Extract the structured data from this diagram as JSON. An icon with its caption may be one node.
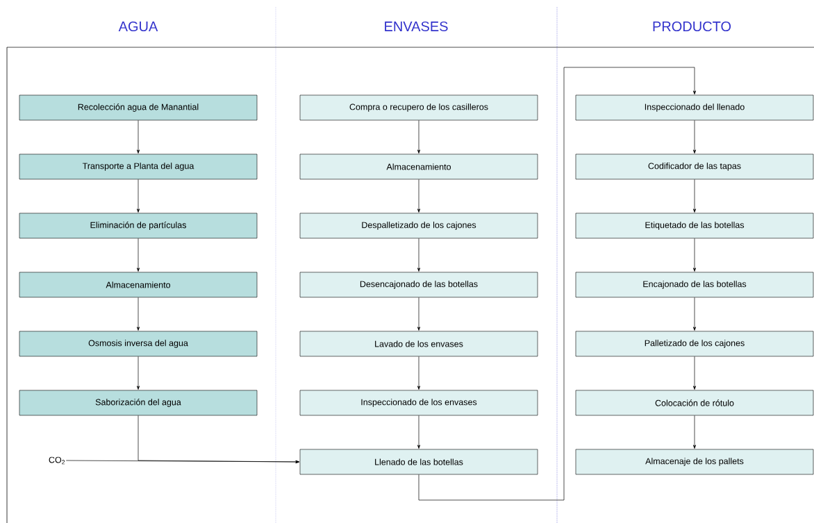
{
  "diagram": {
    "nodes": [
      {
        "text": [
          "Recolección agua de Manantial"
        ]
      },
      {
        "text": [
          "Transporte a Planta del agua"
        ]
      },
      {
        "text": [
          "Eliminación de partículas"
        ]
      },
      {
        "text": [
          "Almacenamiento"
        ]
      },
      {
        "text": [
          "Osmosis inversa del agua"
        ]
      },
      {
        "text": [
          "Saborización del agua"
        ]
      },
      {
        "text": [
          "Compra o recupero de los casilleros"
        ]
      },
      {
        "text": [
          "Almacenamiento"
        ]
      },
      {
        "text": [
          "Despalletizado de los cajones"
        ]
      },
      {
        "text": [
          "Desencajonado de las botellas"
        ]
      },
      {
        "text": [
          "Lavado de los envases"
        ]
      },
      {
        "text": [
          "Inspeccionado de los envases"
        ]
      },
      {
        "text": [
          "Llenado de las botellas"
        ]
      },
      {
        "text": [
          "Inspeccionado del llenado"
        ]
      },
      {
        "text": [
          "Codificador de las tapas"
        ]
      },
      {
        "text": [
          "Etiquetado de las botellas"
        ]
      },
      {
        "text": [
          "Encajonado de las botellas"
        ]
      },
      {
        "text": [
          "Palletizado de los cajones"
        ]
      },
      {
        "text": [
          "Colocación de rótulo"
        ]
      },
      {
        "text": [
          "Almacenaje de los pallets"
        ]
      },
      {
        "text": [
          "CO$_{2}$"
        ]
      }
    ],
    "edges": [
      {
        "from": 0,
        "to": 1,
        "arrow": "to"
      },
      {
        "from": 1,
        "to": 2,
        "arrow": "to"
      },
      {
        "from": 2,
        "to": 3,
        "arrow": "to"
      },
      {
        "from": 3,
        "to": 4,
        "arrow": "to"
      },
      {
        "from": 4,
        "to": 5,
        "arrow": "to"
      },
      {
        "from": 5,
        "to": 12,
        "arrow": "to"
      },
      {
        "from": 20,
        "to": 12,
        "arrow": "to"
      },
      {
        "from": 6,
        "to": 7,
        "arrow": "to"
      },
      {
        "from": 7,
        "to": 8,
        "arrow": "to"
      },
      {
        "from": 8,
        "to": 9,
        "arrow": "to"
      },
      {
        "from": 9,
        "to": 10,
        "arrow": "to"
      },
      {
        "from": 10,
        "to": 11,
        "arrow": "to"
      },
      {
        "from": 11,
        "to": 12,
        "arrow": "to"
      },
      {
        "from": 12,
        "to": 13,
        "arrow": "to"
      },
      {
        "from": 13,
        "to": 14,
        "arrow": "to"
      },
      {
        "from": 14,
        "to": 15,
        "arrow": "to"
      },
      {
        "from": 15,
        "to": 16,
        "arrow": "to"
      },
      {
        "from": 16,
        "to": 17,
        "arrow": "to"
      },
      {
        "from": 17,
        "to": 18,
        "arrow": "to"
      },
      {
        "from": 18,
        "to": 19,
        "arrow": "to"
      }
    ],
    "labels": [
      "AGUA",
      "ENVASES",
      "PRODUCTO"
    ]
  }
}
